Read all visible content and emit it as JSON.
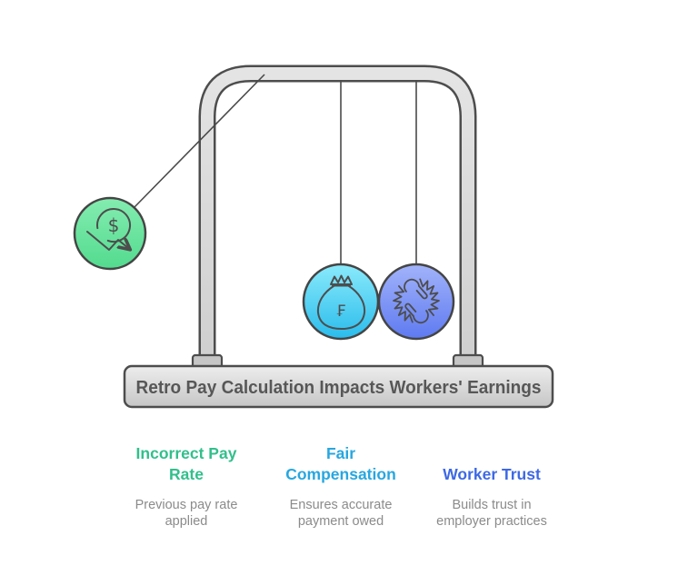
{
  "diagram": {
    "type": "newtons-cradle-infographic",
    "base_label": "Retro Pay Calculation Impacts Workers' Earnings"
  },
  "balls": [
    {
      "name": "incorrect-pay-rate-ball",
      "icon": "dollar-decline-icon",
      "symbol": "$",
      "color_top": "#84ECB0",
      "color_bottom": "#53DB8F",
      "border_color": "#454545"
    },
    {
      "name": "fair-compensation-ball",
      "icon": "money-bag-icon",
      "symbol": "₣",
      "color_top": "#8AEAFB",
      "color_bottom": "#2ABCEC",
      "border_color": "#454545"
    },
    {
      "name": "worker-trust-ball",
      "icon": "handshake-icon",
      "symbol": "",
      "color_top": "#A2B3FA",
      "color_bottom": "#5E7AF1",
      "border_color": "#454545"
    }
  ],
  "columns": [
    {
      "heading": "Incorrect Pay Rate",
      "heading_color": "#31BF8C",
      "body": "Previous pay rate applied"
    },
    {
      "heading": "Fair Compensation",
      "heading_color": "#27A7E0",
      "body": "Ensures accurate payment owed"
    },
    {
      "heading": "Worker Trust",
      "heading_color": "#3E69E5",
      "body": "Builds trust in employer practices"
    }
  ],
  "frame": {
    "tube_color": "#D9D9D9",
    "edge_color": "#4D4D4D",
    "base_text_color": "#575757"
  }
}
